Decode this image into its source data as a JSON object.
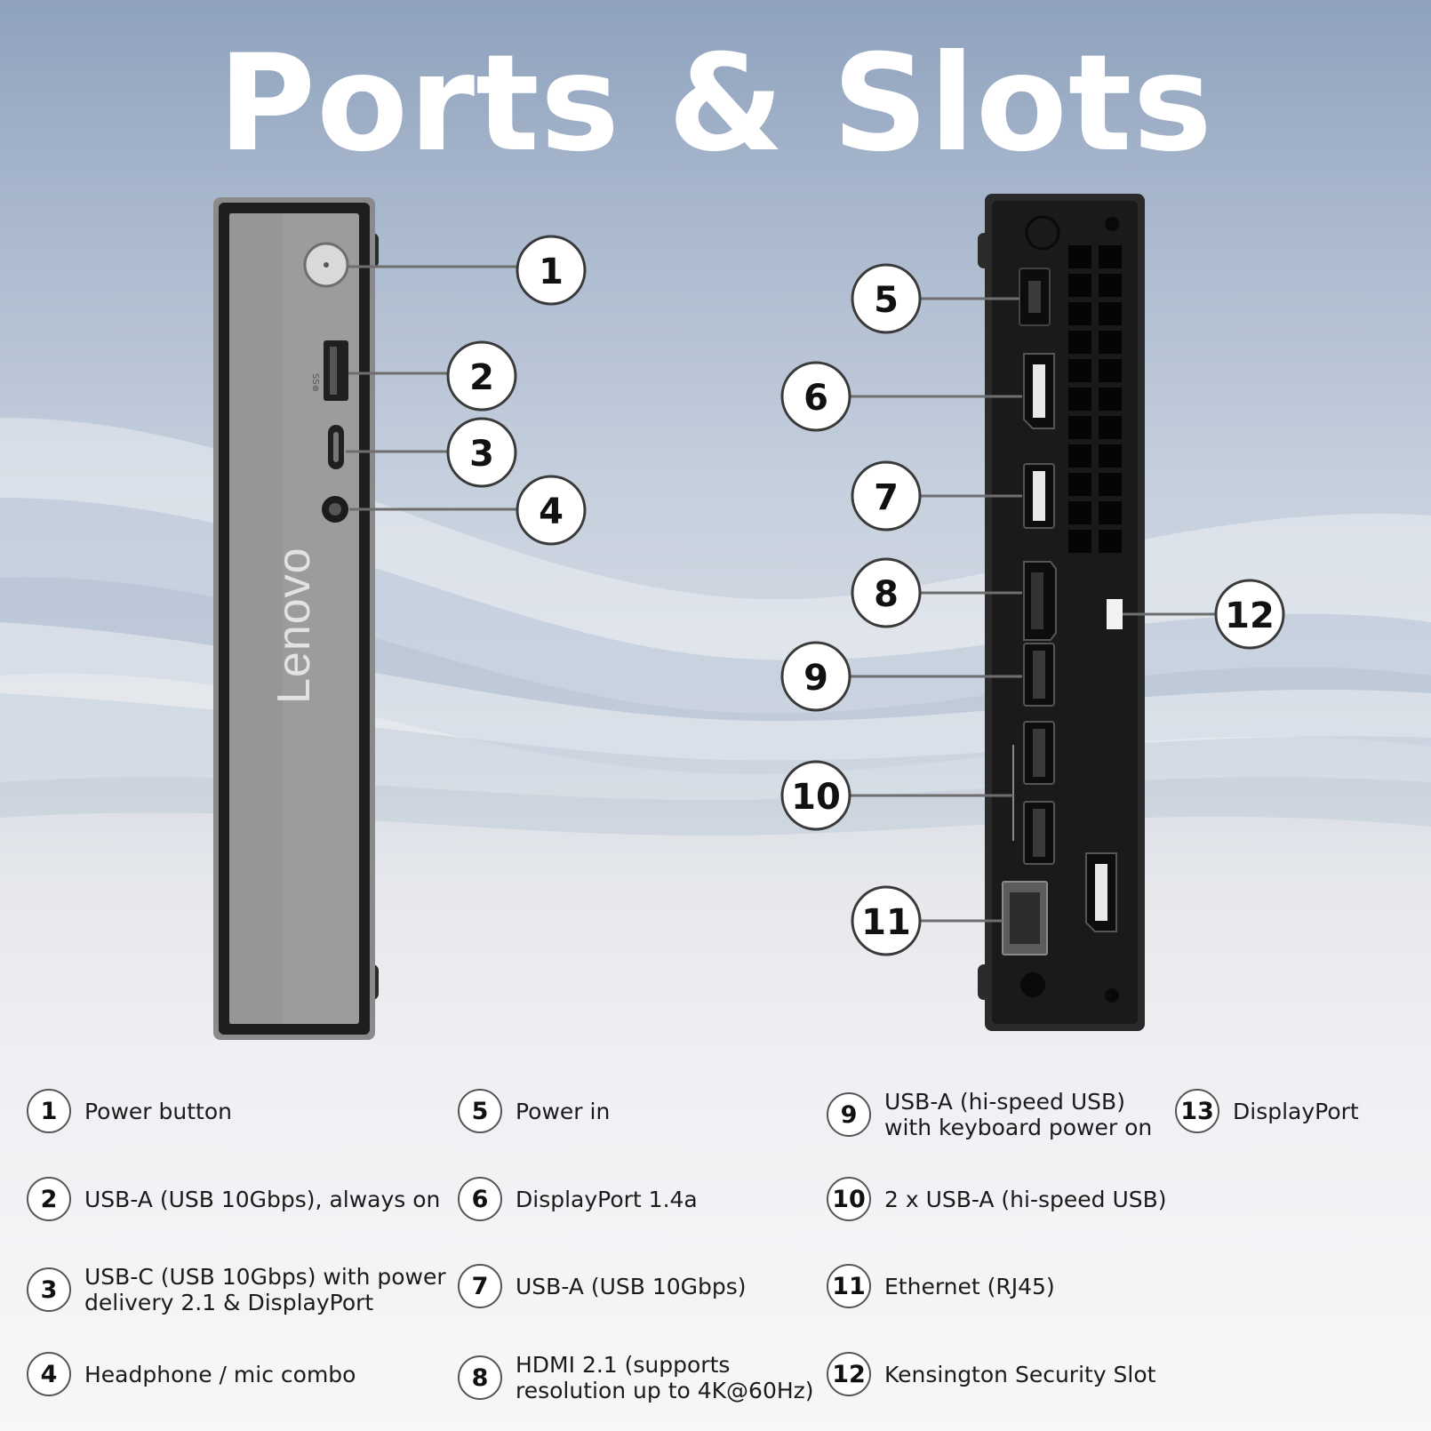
{
  "title": "Ports & Slots",
  "brand_logo": "Lenovo",
  "callouts": {
    "c1": "1",
    "c2": "2",
    "c3": "3",
    "c4": "4",
    "c5": "5",
    "c6": "6",
    "c7": "7",
    "c8": "8",
    "c9": "9",
    "c10": "10",
    "c11": "11",
    "c12": "12"
  },
  "legend": [
    {
      "number": "1",
      "label": "Power button"
    },
    {
      "number": "2",
      "label": "USB-A (USB 10Gbps), always on"
    },
    {
      "number": "3",
      "label": "USB-C (USB 10Gbps) with power\ndelivery 2.1 & DisplayPort"
    },
    {
      "number": "4",
      "label": "Headphone / mic combo"
    },
    {
      "number": "5",
      "label": "Power in"
    },
    {
      "number": "6",
      "label": "DisplayPort 1.4a"
    },
    {
      "number": "7",
      "label": "USB-A (USB 10Gbps)"
    },
    {
      "number": "8",
      "label": "HDMI 2.1 (supports\nresolution up to 4K@60Hz)"
    },
    {
      "number": "9",
      "label": "USB-A (hi-speed USB)\nwith keyboard power on"
    },
    {
      "number": "10",
      "label": "2 x USB-A (hi-speed USB)"
    },
    {
      "number": "11",
      "label": "Ethernet (RJ45)"
    },
    {
      "number": "12",
      "label": "Kensington Security Slot"
    },
    {
      "number": "13",
      "label": "DisplayPort"
    }
  ]
}
